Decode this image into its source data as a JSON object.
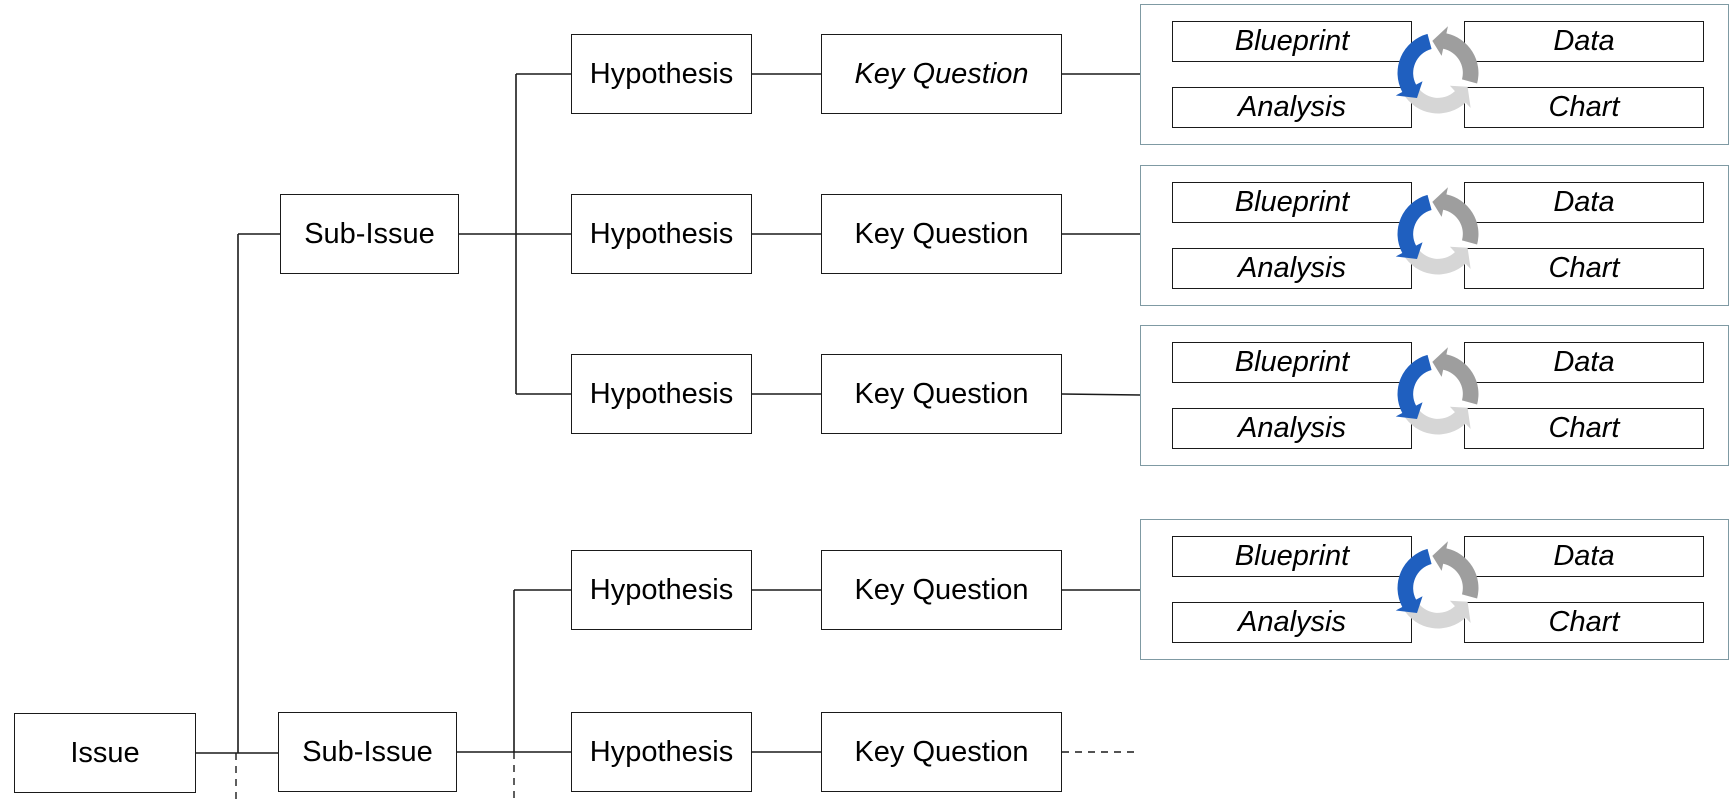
{
  "tree": {
    "issue": "Issue",
    "sub_issues": [
      "Sub-Issue",
      "Sub-Issue"
    ],
    "rows": [
      {
        "hypothesis": "Hypothesis",
        "key_question": "Key Question",
        "key_question_italic": true
      },
      {
        "hypothesis": "Hypothesis",
        "key_question": "Key Question",
        "key_question_italic": false
      },
      {
        "hypothesis": "Hypothesis",
        "key_question": "Key Question",
        "key_question_italic": false
      },
      {
        "hypothesis": "Hypothesis",
        "key_question": "Key Question",
        "key_question_italic": false
      },
      {
        "hypothesis": "Hypothesis",
        "key_question": "Key Question",
        "key_question_italic": false
      }
    ]
  },
  "workflow_panels": [
    {
      "blueprint": "Blueprint",
      "analysis": "Analysis",
      "data": "Data",
      "chart": "Chart"
    },
    {
      "blueprint": "Blueprint",
      "analysis": "Analysis",
      "data": "Data",
      "chart": "Chart"
    },
    {
      "blueprint": "Blueprint",
      "analysis": "Analysis",
      "data": "Data",
      "chart": "Chart"
    },
    {
      "blueprint": "Blueprint",
      "analysis": "Analysis",
      "data": "Data",
      "chart": "Chart"
    }
  ],
  "colors": {
    "line": "#1a1a1a",
    "panel_border": "#7f9aa3",
    "cycle_blue": "#1f5fbf",
    "cycle_dark_gray": "#9e9e9e",
    "cycle_light_gray": "#d6d6d6"
  },
  "icons": [
    "cycle-arrows-icon"
  ]
}
